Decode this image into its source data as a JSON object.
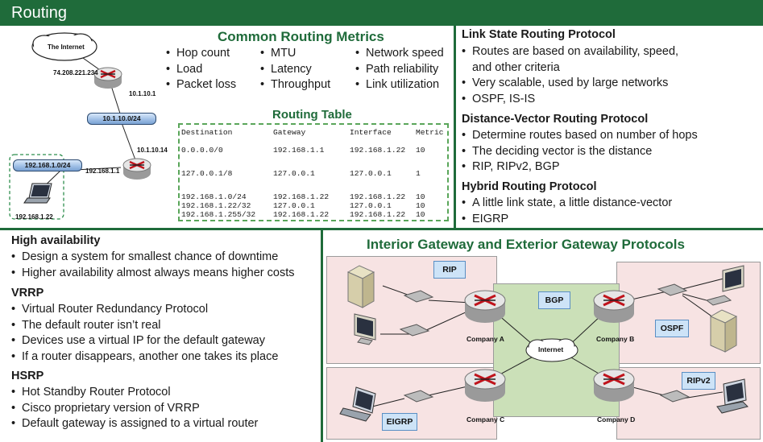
{
  "header": {
    "title": "Routing"
  },
  "metrics": {
    "title": "Common Routing Metrics",
    "col1": [
      "Hop count",
      "Load",
      "Packet loss"
    ],
    "col2": [
      "MTU",
      "Latency",
      "Throughput"
    ],
    "col3": [
      "Network speed",
      "Path reliability",
      "Link utilization"
    ]
  },
  "routing_table": {
    "title": "Routing Table",
    "headers": [
      "Destination",
      "Gateway",
      "Interface",
      "Metric"
    ],
    "rows": [
      [
        "0.0.0.0/0",
        "192.168.1.1",
        "192.168.1.22",
        "10"
      ],
      [
        "127.0.0.1/8",
        "127.0.0.1",
        "127.0.0.1",
        "1"
      ],
      [
        "192.168.1.0/24",
        "192.168.1.22",
        "192.168.1.22",
        "10"
      ],
      [
        "192.168.1.22/32",
        "127.0.0.1",
        "127.0.0.1",
        "10"
      ],
      [
        "192.168.1.255/32",
        "192.168.1.22",
        "192.168.1.22",
        "10"
      ]
    ]
  },
  "topology": {
    "cloud": "The Internet",
    "ip_top_left": "74.208.221.234",
    "ip_top_right": "10.1.10.1",
    "pipe1": "10.1.10.0/24",
    "ip_mid": "10.1.10.14",
    "pipe2": "192.168.1.0/24",
    "ip_gateway": "192.168.1.1",
    "laptop_ip": "192.168.1.22"
  },
  "link_state": {
    "title": "Link State Routing Protocol",
    "items": [
      "Routes are based on availability, speed,",
      "and other criteria",
      "Very scalable, used by large networks",
      "OSPF, IS-IS"
    ]
  },
  "distance_vector": {
    "title": "Distance-Vector Routing Protocol",
    "items": [
      "Determine routes based on number of hops",
      "The deciding vector is the distance",
      "RIP, RIPv2, BGP"
    ]
  },
  "hybrid": {
    "title": "Hybrid Routing Protocol",
    "items": [
      "A little link state, a little distance-vector",
      "EIGRP"
    ]
  },
  "high_availability": {
    "title": "High availability",
    "items": [
      "Design a system for smallest chance of downtime",
      "Higher availability almost always means higher costs"
    ]
  },
  "vrrp": {
    "title": "VRRP",
    "items": [
      "Virtual Router Redundancy Protocol",
      "The default router isn’t real",
      "Devices use a virtual IP for the default gateway",
      "If a router disappears, another one takes its place"
    ]
  },
  "hsrp": {
    "title": "HSRP",
    "items": [
      "Hot Standby Router Protocol",
      "Cisco proprietary version of VRRP",
      "Default gateway is assigned to a virtual router"
    ]
  },
  "igp_egp": {
    "title": "Interior Gateway and Exterior Gateway Protocols",
    "rip": "RIP",
    "bgp": "BGP",
    "ospf": "OSPF",
    "eigrp": "EIGRP",
    "ripv2": "RIPv2",
    "internet": "Internet",
    "company_a": "Company A",
    "company_b": "Company B",
    "company_c": "Company C",
    "company_d": "Company D"
  },
  "colors": {
    "accent": "#1f6b3a",
    "zone_pink": "#f7e3e3",
    "zone_green": "#cbe0b8",
    "label_blue": "#cde3f7"
  }
}
